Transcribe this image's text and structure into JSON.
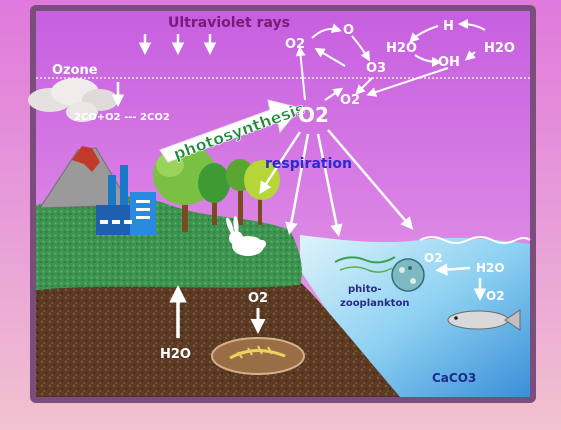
{
  "labels": {
    "uv": "Ultraviolet rays",
    "ozone": "Ozone",
    "o2_top": "O2",
    "o_atom": "O",
    "o3": "O3",
    "o2_mid": "O2",
    "h": "H",
    "h2o_left": "H2O",
    "oh": "OH",
    "h2o_right": "H2O",
    "reaction": "2CO+O2 --- 2CO2",
    "photosynthesis": "photosynthesis",
    "o2_big": "O2",
    "respiration": "respiration",
    "o2_soil": "O2",
    "h2o_ground": "H2O",
    "o2_sea": "O2",
    "h2o_sea": "H2O",
    "o2_sea_low": "O2",
    "phyto_line1": "phito-",
    "phyto_line2": "zooplankton",
    "caco3": "CaCO3"
  },
  "colors": {
    "frame": "#7a4d7c",
    "sky": "#d26ee0",
    "uv_text": "#7a1a7a",
    "hill": "#3e9a55",
    "soil": "#5a3a22",
    "sea": "#8ad0f0",
    "respiration": "#2a2ad0",
    "photosynthesis": "#1a8a3a"
  }
}
